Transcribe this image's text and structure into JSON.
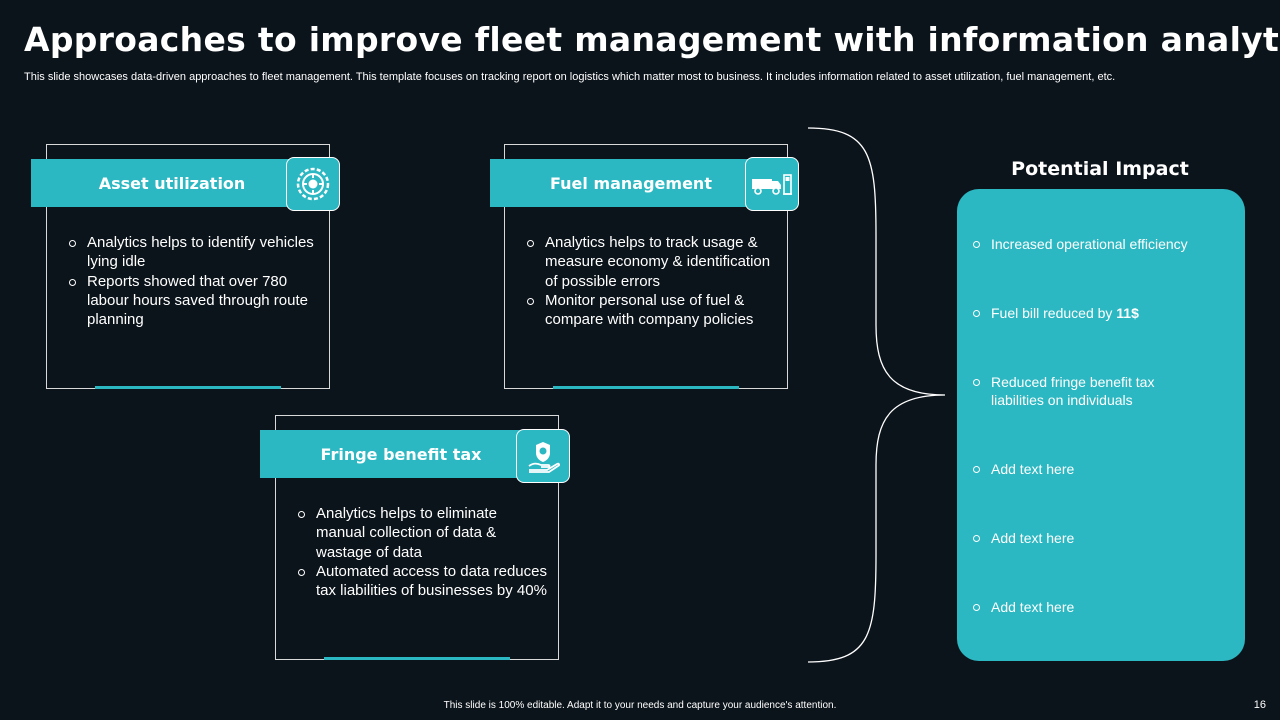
{
  "page": {
    "title": "Approaches to improve fleet management with information analytics",
    "subtitle": "This slide showcases  data-driven approaches to fleet management. This template focuses on tracking report on logistics which matter most to business. It includes information related to asset utilization, fuel management, etc.",
    "footer": "This slide is 100% editable.  Adapt it to your needs and capture your audience's attention.",
    "page_number": "16"
  },
  "colors": {
    "background": "#0c141b",
    "accent": "#2cb8c2",
    "text": "#ffffff",
    "border": "#d9d9d9"
  },
  "cards": [
    {
      "title": "Asset utilization",
      "icon": "gear-dashboard-icon",
      "bullets": [
        "Analytics helps to identify vehicles lying idle",
        "Reports showed that over 780 labour hours saved through route planning"
      ]
    },
    {
      "title": "Fuel management",
      "icon": "truck-fuel-pump-icon",
      "bullets": [
        "Analytics helps to track usage & measure economy & identification of possible errors",
        "Monitor personal use of fuel & compare with company policies"
      ]
    },
    {
      "title": "Fringe benefit tax",
      "icon": "hand-badge-icon",
      "bullets": [
        "Analytics helps to eliminate manual collection of data & wastage of data",
        "Automated access to data reduces tax liabilities of businesses by 40%"
      ]
    }
  ],
  "impact": {
    "title": "Potential Impact",
    "items": [
      {
        "text": "Increased operational efficiency"
      },
      {
        "text": "Fuel bill reduced by ",
        "bold": "11$"
      },
      {
        "text": "Reduced fringe benefit tax liabilities on individuals"
      },
      {
        "text": "Add text here"
      },
      {
        "text": "Add text here"
      },
      {
        "text": "Add text here"
      }
    ]
  }
}
